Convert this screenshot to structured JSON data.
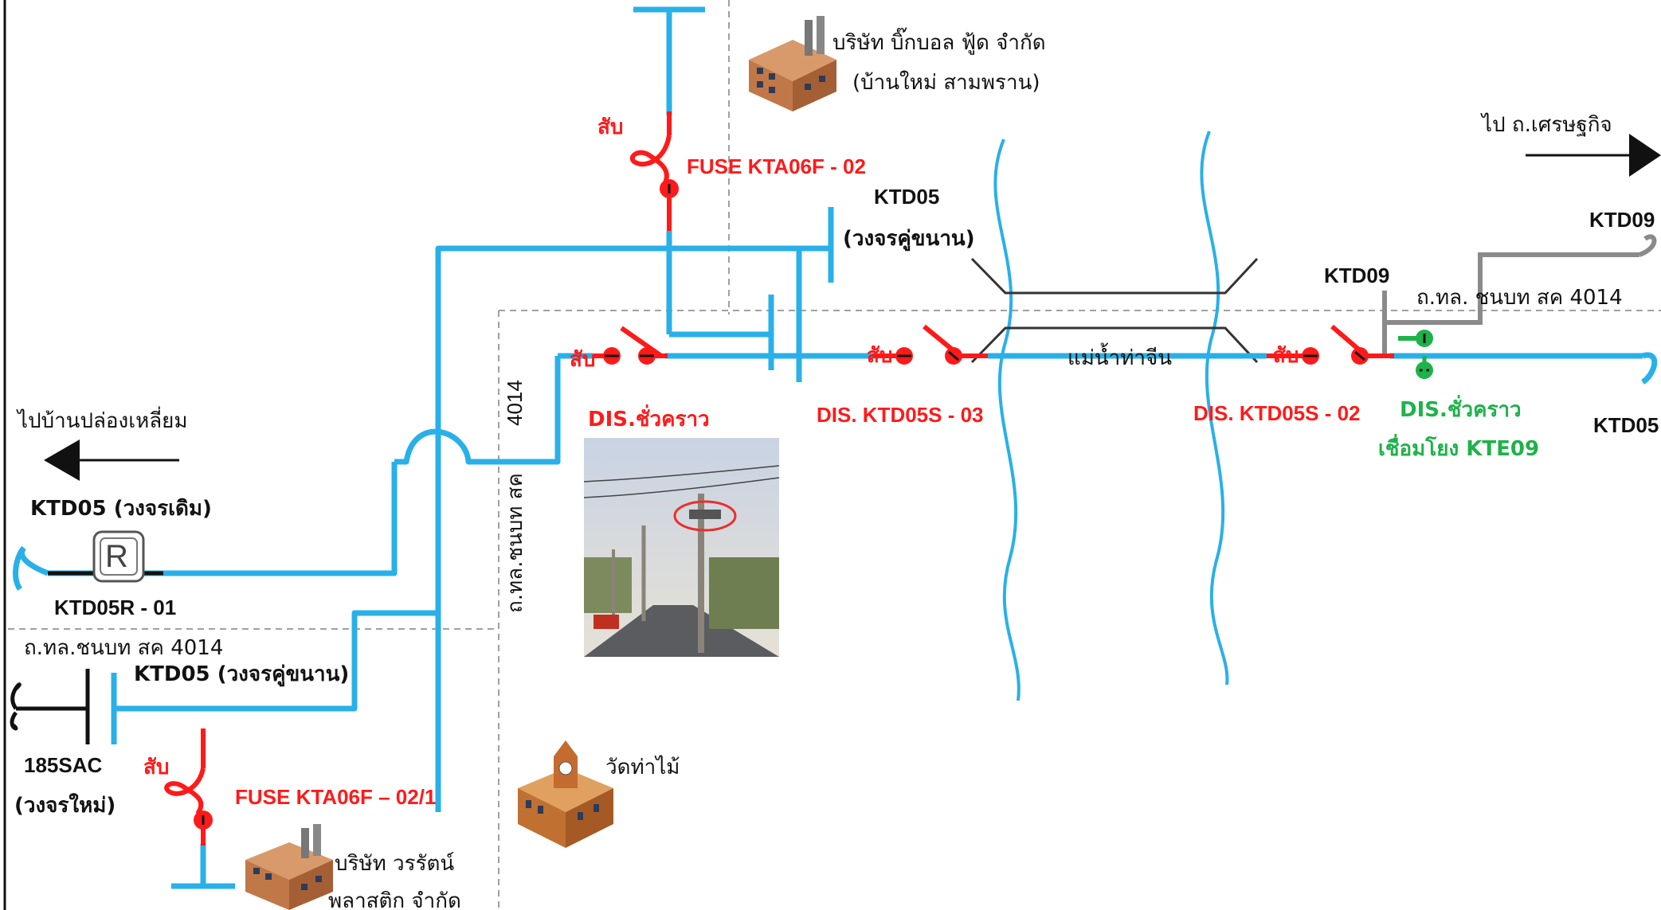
{
  "colors": {
    "line_blue": "#29b0e8",
    "switch_red": "#ff1a1a",
    "tie_green": "#1eb24a",
    "road_gray": "#8a8a8a",
    "boundary_dash": "#a0a0a0",
    "black": "#111111"
  },
  "labels": {
    "company_bigball": "บริษัท บิ๊กบอล ฟู้ด จำกัด",
    "company_bigball_location": "(บ้านใหม่ สามพราน)",
    "to_setthakit": "ไป ถ.เศรษฐกิจ",
    "fuse_kta06f_02": "FUSE KTA06F - 02",
    "sap_fuse_top": "สับ",
    "ktd05_top": "KTD05",
    "ktd05_parallel_top": "(วงจรคู่ขนาน)",
    "ktd09_right_top": "KTD09",
    "ktd09": "KTD09",
    "road_right": "ถ.ทล.    ชนบท สค 4014",
    "sap_temp": "สับ",
    "dis_temp": "DIS.ชั่วคราว",
    "sap_s03": "สับ",
    "dis_ktd05s_03": "DIS. KTD05S - 03",
    "river_name": "แม่น้ำท่าจีน",
    "sap_s02": "สับ",
    "dis_ktd05s_02": "DIS. KTD05S - 02",
    "dis_temp_green": "DIS.ชั่วคราว",
    "tie_kte09": "เชื่อมโยง KTE09",
    "ktd05_right": "KTD05",
    "to_ban_plong": "ไปบ้านปล่องเหลี่ยม",
    "ktd05_original": "KTD05 (วงจรเดิม)",
    "recloser_symbol": "R",
    "ktd05r_01": "KTD05R - 01",
    "road_left": "ถ.ทล.ชนบท สค 4014",
    "ktd05_parallel_bottom": "KTD05 (วงจรคู่ขนาน)",
    "cable_185sac": "185SAC",
    "new_circuit": "(วงจรใหม่)",
    "sap_fuse_bottom": "สับ",
    "fuse_kta06f_02_1": "FUSE KTA06F – 02/1",
    "company_worarat": "บริษัท วรรัตน์",
    "company_worarat_2": "พลาสติก จำกัด",
    "temple": "วัดท่าไม้",
    "road_vertical": "ถ.ทล.ชนบท สค",
    "road_vertical_num": "4014"
  }
}
